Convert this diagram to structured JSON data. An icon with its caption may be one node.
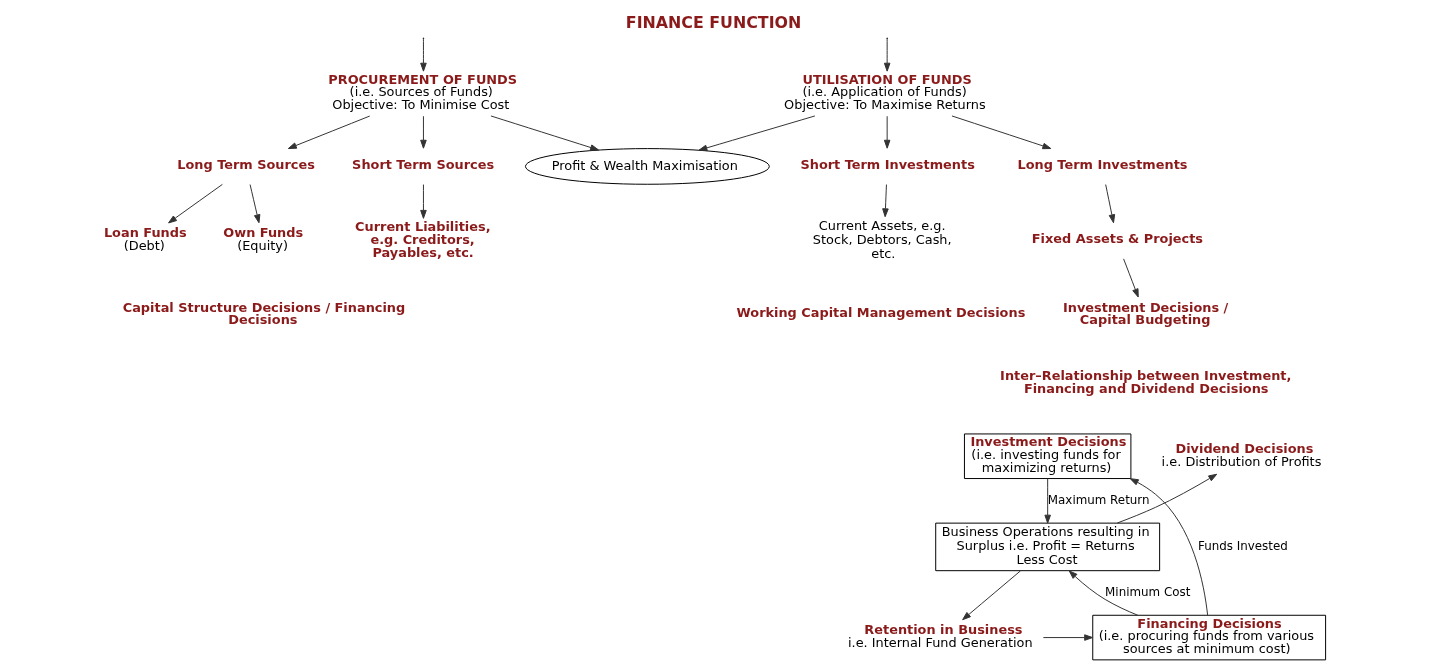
{
  "diagram": {
    "title": "FINANCE FUNCTION",
    "nodes": [
      {
        "text": [
          "PROCUREMENT OF FUNDS",
          "(i.e. Sources of Funds)",
          "Objective: To Minimise Cost"
        ]
      },
      {
        "text": [
          "Profit & Wealth Maximisation"
        ]
      },
      {
        "text": [
          "UTILISATION OF FUNDS",
          "(i.e. Application of Funds)",
          "Objective: To Maximise Returns"
        ]
      },
      {
        "text": [
          "Long Term Sources"
        ]
      },
      {
        "text": [
          "Short Term Sources"
        ]
      },
      {
        "text": [
          "Short Term Investments"
        ]
      },
      {
        "text": [
          "Long Term Investments"
        ]
      },
      {
        "text": [
          "Own Funds",
          "(Equity)"
        ]
      },
      {
        "text": [
          "Loan Funds",
          "(Debt)"
        ]
      },
      {
        "text": [
          "Current Liabilities, e.g. Creditors, Payables, etc."
        ]
      },
      {
        "text": [
          "Current Assets, e.g. Stock, Debtors, Cash, etc."
        ]
      },
      {
        "text": [
          "Fixed Assets & Projects"
        ]
      },
      {
        "text": [
          "Investment Decisions / Capital Budgeting"
        ]
      },
      {
        "text": [
          "Investment Decisions",
          "(i.e. investing funds for maximizing returns)"
        ]
      },
      {
        "text": [
          "Business Operations resulting in Surplus i.e. Profit = Returns Less Cost"
        ]
      },
      {
        "text": [
          "Dividend Decisions",
          "i.e. Distribution of Profits"
        ]
      },
      {
        "text": [
          "Financing Decisions",
          "(i.e. procuring funds from various sources at minimum cost)"
        ]
      },
      {
        "text": [
          "Retention in Business",
          "i.e. Internal Fund Generation"
        ]
      }
    ],
    "edges": [
      {
        "from": null,
        "to": 0,
        "arrow": "to"
      },
      {
        "from": null,
        "to": 2,
        "arrow": "to"
      },
      {
        "from": 0,
        "to": 1,
        "arrow": "to"
      },
      {
        "from": 2,
        "to": 1,
        "arrow": "to"
      },
      {
        "from": 0,
        "to": 3,
        "arrow": "to"
      },
      {
        "from": 0,
        "to": 4,
        "arrow": "to"
      },
      {
        "from": 2,
        "to": 5,
        "arrow": "to"
      },
      {
        "from": 2,
        "to": 6,
        "arrow": "to"
      },
      {
        "from": 3,
        "to": 7,
        "arrow": "to"
      },
      {
        "from": 3,
        "to": 8,
        "arrow": "to"
      },
      {
        "from": 4,
        "to": 9,
        "arrow": "to"
      },
      {
        "from": 5,
        "to": 10,
        "arrow": "to"
      },
      {
        "from": 6,
        "to": 11,
        "arrow": "to"
      },
      {
        "from": 11,
        "to": 12,
        "arrow": "to"
      },
      {
        "from": 13,
        "to": 14,
        "label": "Maximum Return",
        "arrow": "to"
      },
      {
        "from": 14,
        "to": 15,
        "arrow": "to"
      },
      {
        "from": 14,
        "to": 17,
        "arrow": "to"
      },
      {
        "from": 16,
        "to": 13,
        "label": "Funds Invested",
        "arrow": "to"
      },
      {
        "from": 16,
        "to": 14,
        "label": "Minimum Cost",
        "arrow": "to"
      },
      {
        "from": 17,
        "to": 16,
        "arrow": "to"
      }
    ],
    "labels": [
      "Capital Structure Decisions / Financing Decisions",
      "Working Capital Management Decisions",
      "Inter–Relationship between Investment, Financing and Dividend Decisions"
    ]
  }
}
